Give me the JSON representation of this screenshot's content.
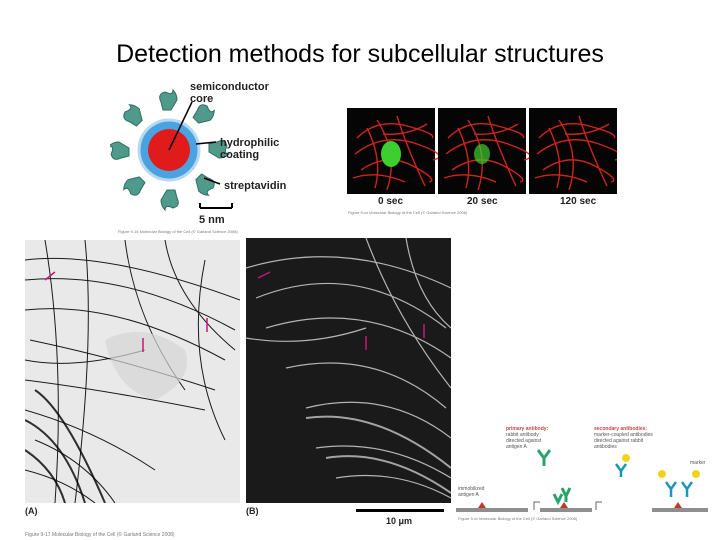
{
  "slide": {
    "title": "Detection methods for subcellular structures"
  },
  "quantum_dot": {
    "labels": {
      "core": "semiconductor\ncore",
      "coating": "hydrophilic\ncoating",
      "streptavidin": "streptavidin"
    },
    "scale": "5 nm",
    "caption": "Figure 9-16 Molecular Biology of the Cell (© Garland Science 2008)"
  },
  "timelapse": {
    "frames": [
      "0 sec",
      "20 sec",
      "120 sec"
    ],
    "caption": "Figure 9-xx Molecular Biology of the Cell (© Garland Science 2008)"
  },
  "micrographs": {
    "panel_a": "(A)",
    "panel_b": "(B)",
    "scale": "10 μm",
    "caption": "Figure 9-17 Molecular Biology of the Cell (© Garland Science 2008)"
  },
  "antibody": {
    "primary_title": "primary antibody:",
    "primary_text": "rabbit antibody\ndirected against\nantigen A",
    "secondary_title": "secondary antibodies:",
    "secondary_text": "marker-coupled antibodies\ndirected against rabbit\nantibodies",
    "marker": "marker",
    "antigen": "immobilized\nantigen A",
    "caption": "Figure 9-xx Molecular Biology of the Cell (© Garland Science 2008)"
  },
  "colors": {
    "coating": "#4aa3df",
    "core": "#e01b1b",
    "streptavidin": "#4f9a8a",
    "cell_red": "#d8261e",
    "nucleus_green": "#3ccf2f",
    "primary": "#d32b2b",
    "secondary": "#1d97b8"
  }
}
